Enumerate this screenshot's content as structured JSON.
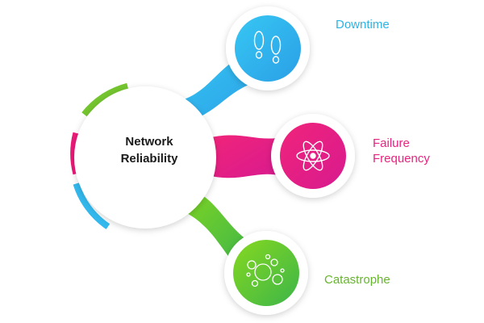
{
  "center": {
    "title_line1": "Network",
    "title_line2": "Reliability"
  },
  "branches": [
    {
      "label": "Downtime",
      "color": "#33b9ee",
      "icon": "footprints-icon"
    },
    {
      "label_line1": "Failure",
      "label_line2": "Frequency",
      "color": "#ec1a78",
      "icon": "atom-icon"
    },
    {
      "label": "Catastrophe",
      "color": "#67c52a",
      "icon": "bubbles-icon"
    }
  ],
  "colors": {
    "blue": "#33b9ee",
    "pink": "#ec1a78",
    "green": "#67c52a",
    "title": "#1a1a1a"
  }
}
